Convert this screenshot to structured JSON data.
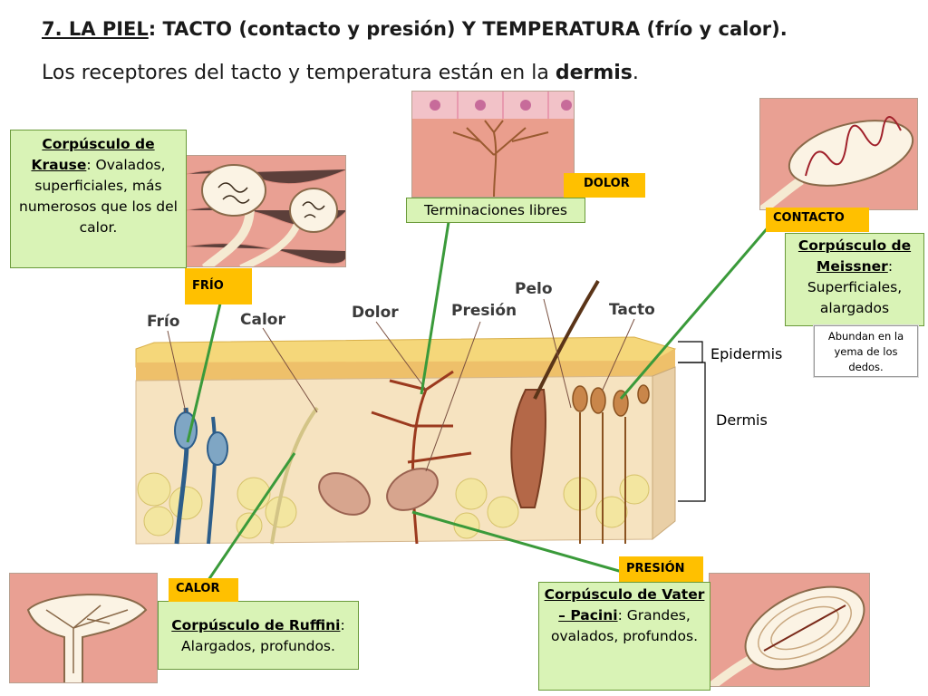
{
  "header": {
    "title_prefix": "7. LA PIEL",
    "title_rest": ": TACTO (contacto y presión) Y TEMPERATURA (frío y calor).",
    "subtitle_text": "Los receptores del tacto y temperatura están en la ",
    "subtitle_bold": "dermis",
    "subtitle_end": "."
  },
  "boxes": {
    "krause": {
      "name": "Corpúsculo de Krause",
      "desc": ": Ovalados, superficiales, más numerosos que los del calor."
    },
    "libres": {
      "text": "Terminaciones libres"
    },
    "meissner": {
      "name": "Corpúsculo de Meissner",
      "desc": ": Superficiales, alargados"
    },
    "meissner_note": "Abundan en la yema de los dedos.",
    "ruffini": {
      "name": "Corpúsculo de Ruffini",
      "desc": ": Alargados, profundos."
    },
    "pacini": {
      "name": "Corpúsculo de Vater – Pacini",
      "desc": ": Grandes, ovalados, profundos."
    }
  },
  "tags": {
    "dolor": "DOLOR",
    "contacto": "CONTACTO",
    "frio": "FRÍO",
    "calor": "CALOR",
    "presion": "PRESIÓN"
  },
  "diagram_labels": {
    "frio": "Frío",
    "calor": "Calor",
    "dolor": "Dolor",
    "presion": "Presión",
    "pelo": "Pelo",
    "tacto": "Tacto"
  },
  "layers": {
    "epidermis": "Epidermis",
    "dermis": "Dermis"
  },
  "colors": {
    "green_box": "#d9f3b6",
    "tag": "#ffc000",
    "leader": "#3a9a3a",
    "skin": "#f2b8a6"
  }
}
